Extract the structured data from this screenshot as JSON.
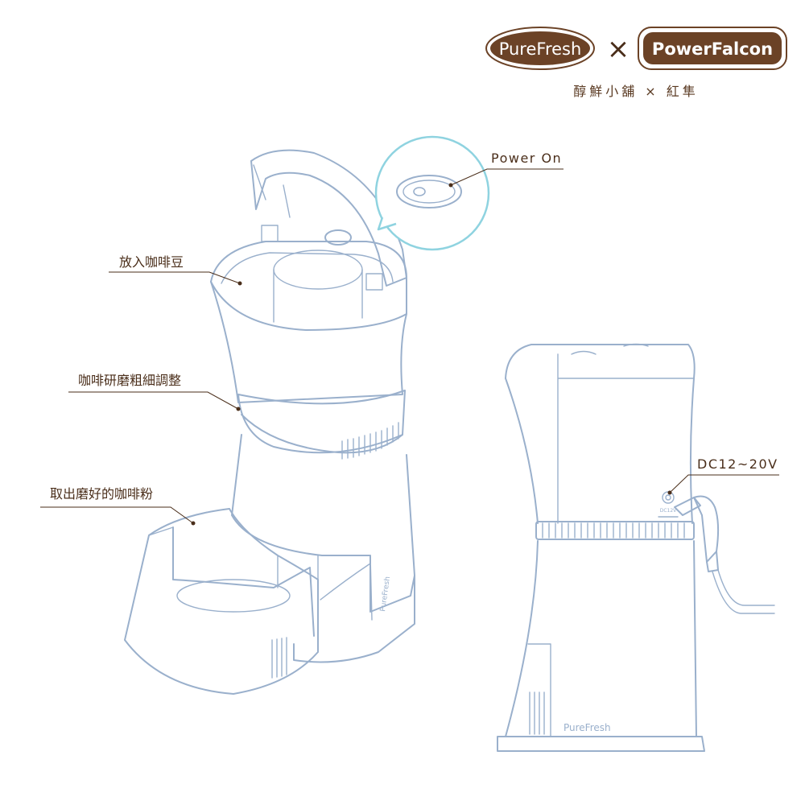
{
  "header": {
    "logo_left": "PureFresh",
    "logo_separator": "×",
    "logo_right": "PowerFalcon",
    "subtitle": "醇鮮小舖 × 紅隼"
  },
  "callouts": {
    "power_on": "Power On",
    "add_beans": "放入咖啡豆",
    "grind_adjust": "咖啡研磨粗細調整",
    "take_powder": "取出磨好的咖啡粉",
    "dc_input": "DC12~20V"
  },
  "product": {
    "brand_body_left": "PureFresh",
    "brand_body_right": "PureFresh",
    "port_label": "DC12V"
  },
  "colors": {
    "logo_brown": "#6b4226",
    "text_brown": "#4a2e1a",
    "line_blue": "#9ab0cc",
    "zoom_cyan": "#8fd3e0"
  }
}
